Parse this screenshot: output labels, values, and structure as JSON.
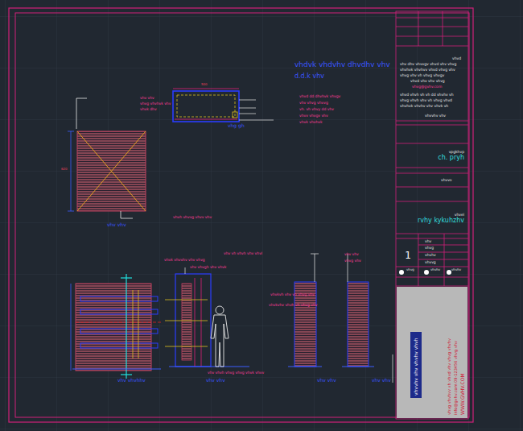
{
  "diagram": {
    "nodes": [
      {
        "text": [
          "vpgkhvp",
          "ch. pryh"
        ]
      },
      {
        "text": [
          "vhvel",
          "rvhy kykuhzhv"
        ]
      },
      {
        "text": [
          "1"
        ]
      }
    ],
    "labels": [
      "vhdvk vhdvhv dhvdhv vhv",
      "d.d.k vhv",
      "vhg gh",
      "vhv vhv",
      "vhvd dd dhvhvk vhvgv",
      "vhv vhvg vhvvg",
      "vh. vh vhvy dd vhv",
      "vhvv vhvgv vhv",
      "vhvk vhvhvk",
      "vhv vhv",
      "vhvg vhvhvk vhv",
      "vhvk dhv",
      "vhvh vhvvg vhvv vhv",
      "500",
      "620",
      "vhv vh vhvh vhv vhvl",
      "vhvk vhvvhv vhv vhvg",
      "vhv vhvgh vhv vhvk",
      "vhvkvh vhv vh vhvg vhv",
      "vhvkvhv vhvh vh vhvg vhv",
      "vhv vhv",
      "vhvg vhv",
      "vhv vhvh vhvg vhvg vhvk vhvv",
      "vhv vhvhhv",
      "vhv vhv",
      "vhv vhv",
      "vhv vhv",
      "vhvd",
      "vhv dhv vhvvgv vhvd vhv vhvg",
      "vhvhvk vhvhvv vhvd vhvg vhv",
      "vhvg vhv vh vhvg vhvgv",
      "vhvd vhv vhv vhvg",
      "vhvg@gvhv.com",
      "vhvd vhvh vh vh dd vhvhv vh",
      "vhvg vhvh vhv vh vhvg vhvd",
      "vhvhvk vhvhv vhv vhvk vh",
      "vhvvhv vhv",
      "vhvvo",
      "vhv",
      "vhvg",
      "vhvhv",
      "vhvvg",
      "vhvg",
      "vhvhv",
      "vhvhv",
      "vhvvhv vhv vhvhv vhvh",
      "vhvg vhvhvv vh vhvd vhv vhvg vhvhv",
      "info@gvhv.com 09-123456 vhvg vhv",
      "WWW.GVHV.COM"
    ]
  }
}
